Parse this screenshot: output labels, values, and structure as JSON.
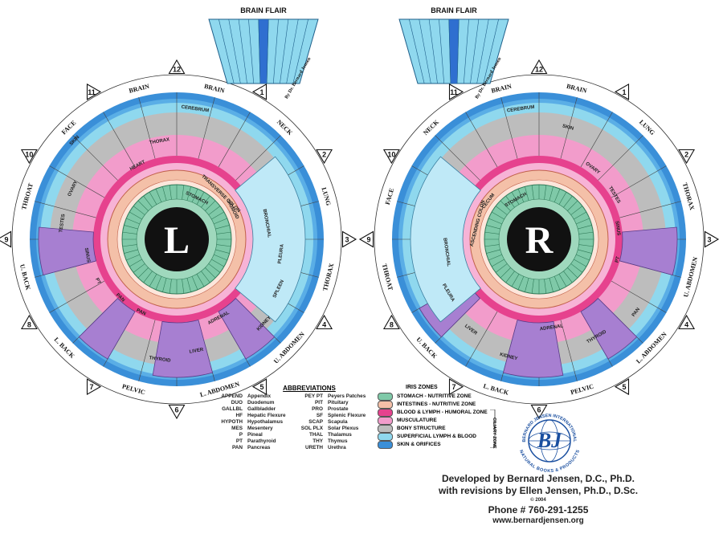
{
  "title_left_flair": "BRAIN FLAIR",
  "title_right_flair": "BRAIN FLAIR",
  "flair_author": "By Dr. Bernard Jensen",
  "left_iris_letter": "L",
  "right_iris_letter": "R",
  "left_iris": {
    "outer_labels": [
      "BRAIN",
      "BRAIN",
      "NECK",
      "LUNG",
      "THORAX",
      "U. ABDOMEN",
      "L. ABDOMEN",
      "PELVIC",
      "L. BACK",
      "U. BACK",
      "THROAT",
      "FACE"
    ],
    "hour_numbers": [
      "12",
      "1",
      "2",
      "3",
      "4",
      "5",
      "6",
      "7",
      "8",
      "9",
      "10",
      "11"
    ],
    "inner_labels": [
      "CEREBRUM",
      "STOMACH",
      "TRANSVERSE COLON",
      "SIGMOID",
      "BRONCHIAL",
      "PLEURA",
      "SPLEEN",
      "KIDNEY",
      "ADRENAL",
      "LIVER",
      "THYROID",
      "PAN",
      "PAN",
      "PT",
      "SINUS",
      "TESTES",
      "OVARY",
      "SKIN",
      "HEART",
      "THORAX"
    ]
  },
  "right_iris": {
    "outer_labels": [
      "BRAIN",
      "BRAIN",
      "NECK",
      "FACE",
      "THROAT",
      "U. BACK",
      "L. BACK",
      "PELVIC",
      "L. ABDOMEN",
      "U. ABDOMEN",
      "THORAX",
      "LUNG"
    ],
    "hour_numbers": [
      "12",
      "1",
      "2",
      "3",
      "4",
      "5",
      "6",
      "7",
      "8",
      "9",
      "10",
      "11"
    ],
    "inner_labels": [
      "CEREBRUM",
      "STOMACH",
      "CECUM",
      "ASCENDING COLON",
      "BRONCHIAL",
      "PLEURA",
      "LIVER",
      "KIDNEY",
      "ADRENAL",
      "THYROID",
      "PAN",
      "PT",
      "SINUS",
      "TESTES",
      "OVARY",
      "SKIN"
    ]
  },
  "abbreviations_title": "ABBREVIATIONS",
  "abbreviations_col1": [
    {
      "abbr": "APPEND",
      "def": "Appendix"
    },
    {
      "abbr": "DUO",
      "def": "Duodenum"
    },
    {
      "abbr": "GALLBL",
      "def": "Gallbladder"
    },
    {
      "abbr": "HF",
      "def": "Hepatic Flexure"
    },
    {
      "abbr": "HYPOTH",
      "def": "Hypothalamus"
    },
    {
      "abbr": "MES",
      "def": "Mesentery"
    },
    {
      "abbr": "P",
      "def": "Pineal"
    },
    {
      "abbr": "PT",
      "def": "Parathyroid"
    },
    {
      "abbr": "PAN",
      "def": "Pancreas"
    }
  ],
  "abbreviations_col2": [
    {
      "abbr": "PEY PT",
      "def": "Peyers Patches"
    },
    {
      "abbr": "PIT",
      "def": "Pituitary"
    },
    {
      "abbr": "PRO",
      "def": "Prostate"
    },
    {
      "abbr": "SF",
      "def": "Splenic Flexure"
    },
    {
      "abbr": "SCAP",
      "def": "Scapula"
    },
    {
      "abbr": "SOL PLX",
      "def": "Solar Plexus"
    },
    {
      "abbr": "THAL",
      "def": "Thalamus"
    },
    {
      "abbr": "THY",
      "def": "Thymus"
    },
    {
      "abbr": "URETH",
      "def": "Urethra"
    }
  ],
  "zones_title": "IRIS ZONES",
  "zones": [
    {
      "label": "STOMACH - NUTRITIVE ZONE",
      "color": "#7fc9a8"
    },
    {
      "label": "INTESTINES - NUTRITIVE ZONE",
      "color": "#f4c0a8"
    },
    {
      "label": "BLOOD & LYMPH - HUMORAL ZONE",
      "color": "#e6428e"
    },
    {
      "label": "MUSCULATURE",
      "color": "#f29ccb"
    },
    {
      "label": "BONY STRUCTURE",
      "color": "#bdbdbd"
    },
    {
      "label": "SUPERFICIAL LYMPH & BLOOD",
      "color": "#8fd8ee"
    },
    {
      "label": "SKIN & ORIFICES",
      "color": "#3a8fd8"
    }
  ],
  "ciliary_zone_label": "CILIARY ZONE",
  "logo_text_top": "BERNARD JENSEN INTERNATIONAL",
  "logo_text_bottom": "NATURAL BOOKS & PRODUCTS",
  "credits": {
    "line1": "Developed by Bernard Jensen, D.C., Ph.D.",
    "line2": "with revisions by Ellen Jensen, Ph.D., D.Sc.",
    "copyright": "© 2004",
    "phone": "Phone # 760-291-1255",
    "website": "www.bernardjensen.org"
  },
  "colors": {
    "skin_blue": "#3a8fd8",
    "lymph_cyan": "#8fd8ee",
    "bone_gray": "#bdbdbd",
    "muscle_pink": "#f29ccb",
    "blood_magenta": "#e6428e",
    "intestine_peach": "#f4c0a8",
    "stomach_green": "#7fc9a8",
    "organ_purple": "#a77fd1"
  }
}
